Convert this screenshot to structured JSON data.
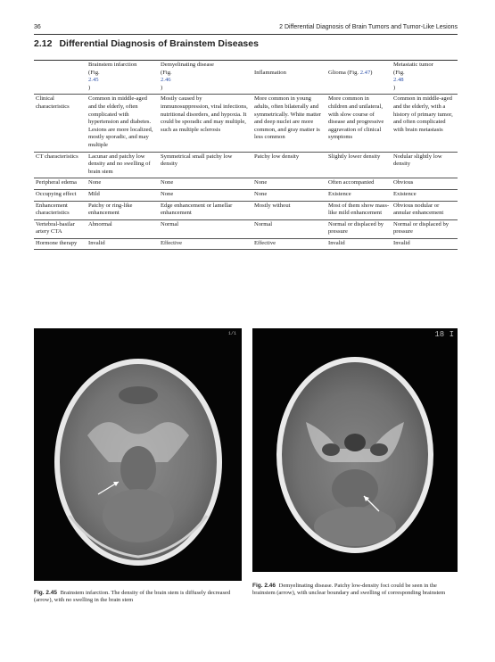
{
  "header": {
    "page_number": "36",
    "running_title": "2   Differential Diagnosis of Brain Tumors and Tumor-Like Lesions"
  },
  "section": {
    "number": "2.12",
    "title": "Differential Diagnosis of Brainstem Diseases"
  },
  "table": {
    "columns": [
      {
        "label": "Brainstem infarction",
        "ref_prefix": "(Fig. ",
        "ref": "2.45",
        "ref_suffix": ")"
      },
      {
        "label": "Demyelinating disease",
        "ref_prefix": "(Fig. ",
        "ref": "2.46",
        "ref_suffix": ")"
      },
      {
        "label": "Inflammation",
        "ref_prefix": "",
        "ref": "",
        "ref_suffix": ""
      },
      {
        "label": "Glioma (Fig. ",
        "ref_prefix": "",
        "ref": "2.47",
        "ref_suffix": ")"
      },
      {
        "label": "Metastatic tumor",
        "ref_prefix": "(Fig. ",
        "ref": "2.48",
        "ref_suffix": ")"
      }
    ],
    "rows": [
      {
        "label": "Clinical characteristics",
        "cells": [
          "Common in middle-aged and the elderly, often complicated with hypertension and diabetes. Lesions are more localized, mostly sporadic, and may multiple",
          "Mostly caused by immunosuppression, viral infections, nutritional disorders, and hypoxia. It could be sporadic and may multiple, such as multiple sclerosis",
          "More common in young adults, often bilaterally and symmetrically. White matter and deep nuclei are more common, and gray matter is less common",
          "More common in children and unilateral, with slow course of disease and progressive aggravation of clinical symptoms",
          "Common in middle-aged and the elderly, with a history of primary tumor, and often complicated with brain metastasis"
        ]
      },
      {
        "label": "CT characteristics",
        "cells": [
          "Lacunar and patchy low density and no swelling of brain stem",
          "Symmetrical small patchy low density",
          "Patchy low density",
          "Slightly lower density",
          "Nodular slightly low density"
        ]
      },
      {
        "label": "Peripheral edema",
        "cells": [
          "None",
          "None",
          "None",
          "Often accompanied",
          "Obvious"
        ]
      },
      {
        "label": "Occupying effect",
        "cells": [
          "Mild",
          "None",
          "None",
          "Existence",
          "Existence"
        ]
      },
      {
        "label": "Enhancement characteristics",
        "cells": [
          "Patchy or ring-like enhancement",
          "Edge enhancement or lamellar enhancement",
          "Mostly without",
          "Most of them show mass-like mild enhancement",
          "Obvious nodular or annular enhancement"
        ]
      },
      {
        "label": "Vertebral-basilar artery CTA",
        "cells": [
          "Abnormal",
          "Normal",
          "Normal",
          "Normal or displaced by pressure",
          "Normal or displaced by pressure"
        ]
      },
      {
        "label": "Hormone therapy",
        "cells": [
          "Invalid",
          "Effective",
          "Effective",
          "Invalid",
          "Invalid"
        ]
      }
    ]
  },
  "figures": [
    {
      "label": "Fig. 2.45",
      "caption": "Brainstem infarction. The density of the brain stem is diffusely decreased (arrow), with no swelling in the brain stem",
      "overlay": "1/1"
    },
    {
      "label": "Fig. 2.46",
      "caption": "Demyelinating disease. Patchy low-density foci could be seen in the brainstem (arrow), with unclear boundary and swelling of corresponding brainstem",
      "overlay": "18 I"
    }
  ]
}
